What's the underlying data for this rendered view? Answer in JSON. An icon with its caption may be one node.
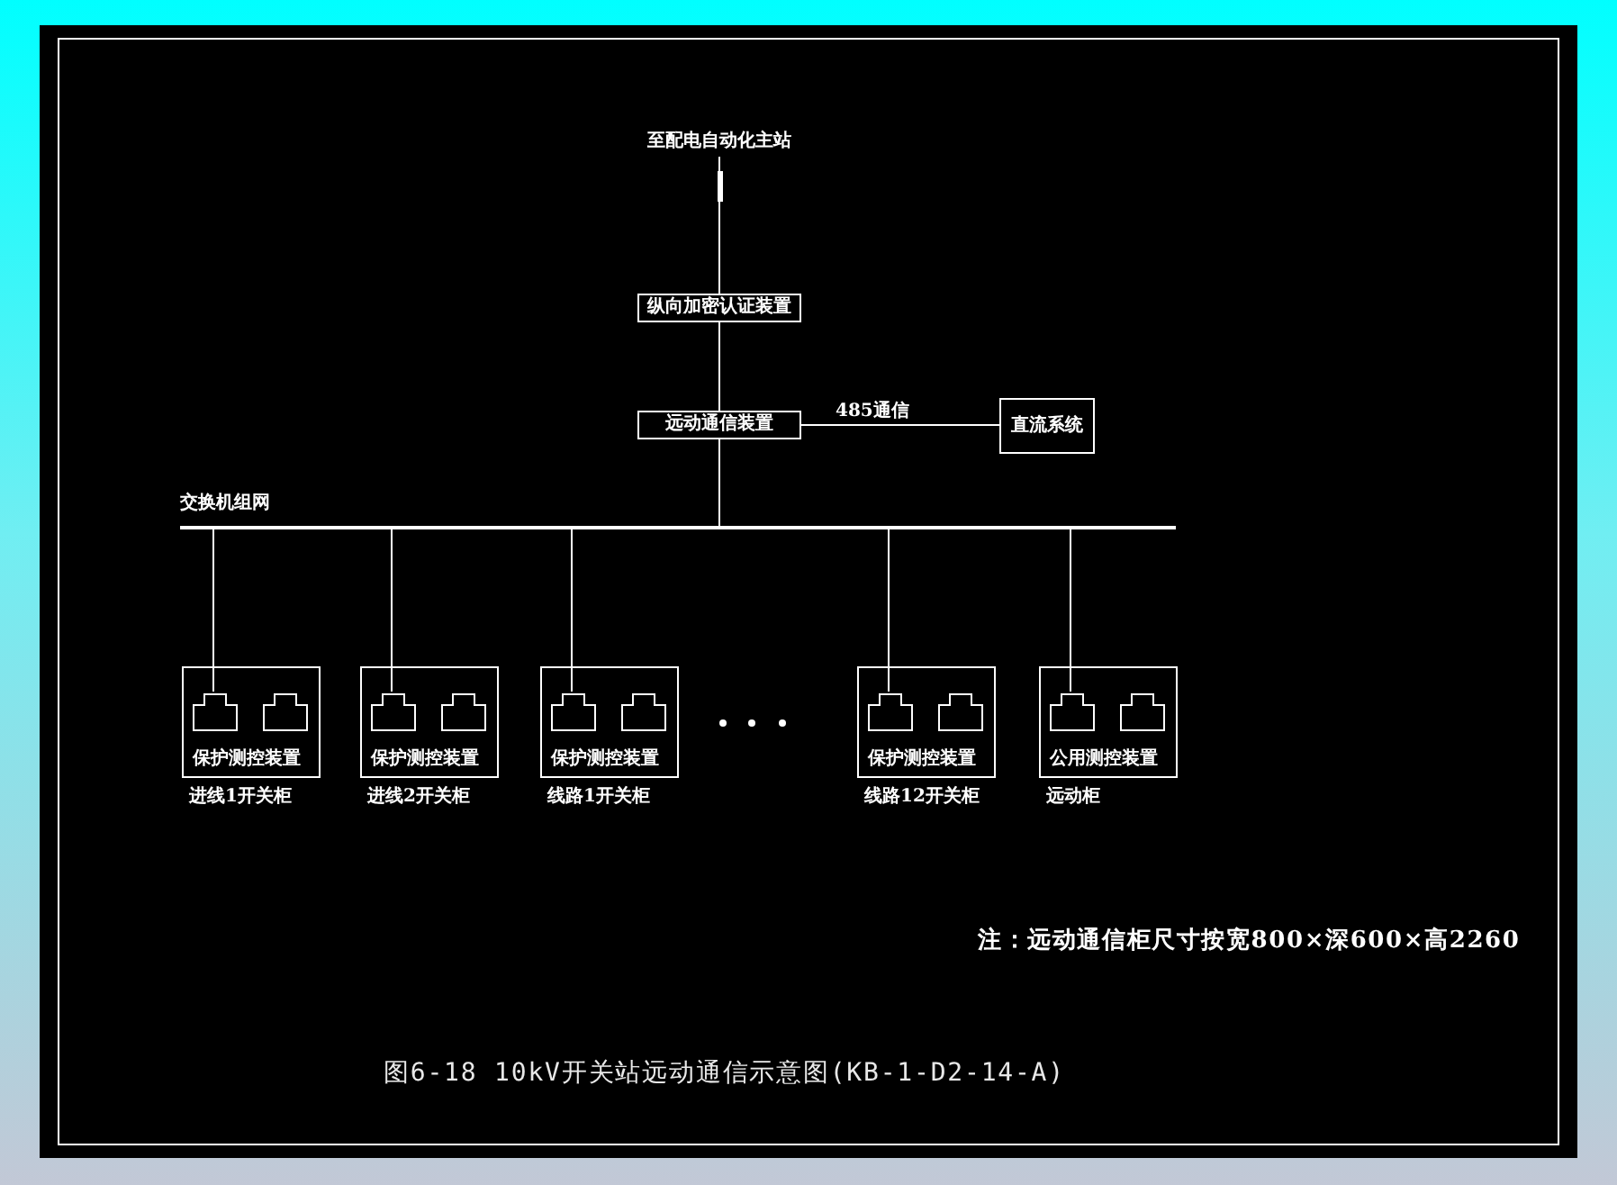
{
  "diagram": {
    "caption": "图6-18 10kV开关站远动通信示意图(KB-1-D2-14-A)",
    "nodes": [
      {
        "text": [
          "至配电自动化主站"
        ]
      },
      {
        "text": [
          "纵向加密认证装置"
        ]
      },
      {
        "text": [
          "远动通信装置"
        ]
      },
      {
        "text": [
          "直流系统"
        ]
      },
      {
        "text": [
          "交换机组网"
        ]
      },
      {
        "text": [
          "保护测控装置"
        ],
        "beside": [
          "进线1开关柜"
        ]
      },
      {
        "text": [],
        "shape": "picture",
        "in": 5
      },
      {
        "text": [],
        "shape": "picture",
        "in": 5
      },
      {
        "text": [
          "保护测控装置"
        ],
        "beside": [
          "进线2开关柜"
        ]
      },
      {
        "text": [],
        "shape": "picture",
        "in": 8
      },
      {
        "text": [],
        "shape": "picture",
        "in": 8
      },
      {
        "text": [
          "保护测控装置"
        ],
        "beside": [
          "线路1开关柜"
        ]
      },
      {
        "text": [],
        "shape": "picture",
        "in": 11
      },
      {
        "text": [],
        "shape": "picture",
        "in": 11
      },
      {
        "text": [
          "保护测控装置"
        ],
        "beside": [
          "线路12开关柜"
        ]
      },
      {
        "text": [],
        "shape": "picture",
        "in": 14
      },
      {
        "text": [],
        "shape": "picture",
        "in": 14
      },
      {
        "text": [
          "公用测控装置"
        ],
        "beside": [
          "远动柜"
        ]
      },
      {
        "text": [],
        "shape": "picture",
        "in": 17
      },
      {
        "text": [],
        "shape": "picture",
        "in": 17
      }
    ],
    "edges": [
      {
        "from": 0,
        "to": 1,
        "arrow": "none"
      },
      {
        "from": 1,
        "to": 2,
        "arrow": "none"
      },
      {
        "from": 2,
        "to": 3,
        "arrow": "none",
        "label": "485通信"
      },
      {
        "from": 2,
        "to": 4,
        "arrow": "none"
      },
      {
        "from": 4,
        "to": 6,
        "arrow": "none"
      },
      {
        "from": 4,
        "to": 9,
        "arrow": "none"
      },
      {
        "from": 4,
        "to": 12,
        "arrow": "none"
      },
      {
        "from": 4,
        "to": 15,
        "arrow": "none"
      },
      {
        "from": 4,
        "to": 18,
        "arrow": "none"
      }
    ],
    "labels": [
      "注：远动通信柜尺寸按宽800×深600×高2260"
    ]
  }
}
